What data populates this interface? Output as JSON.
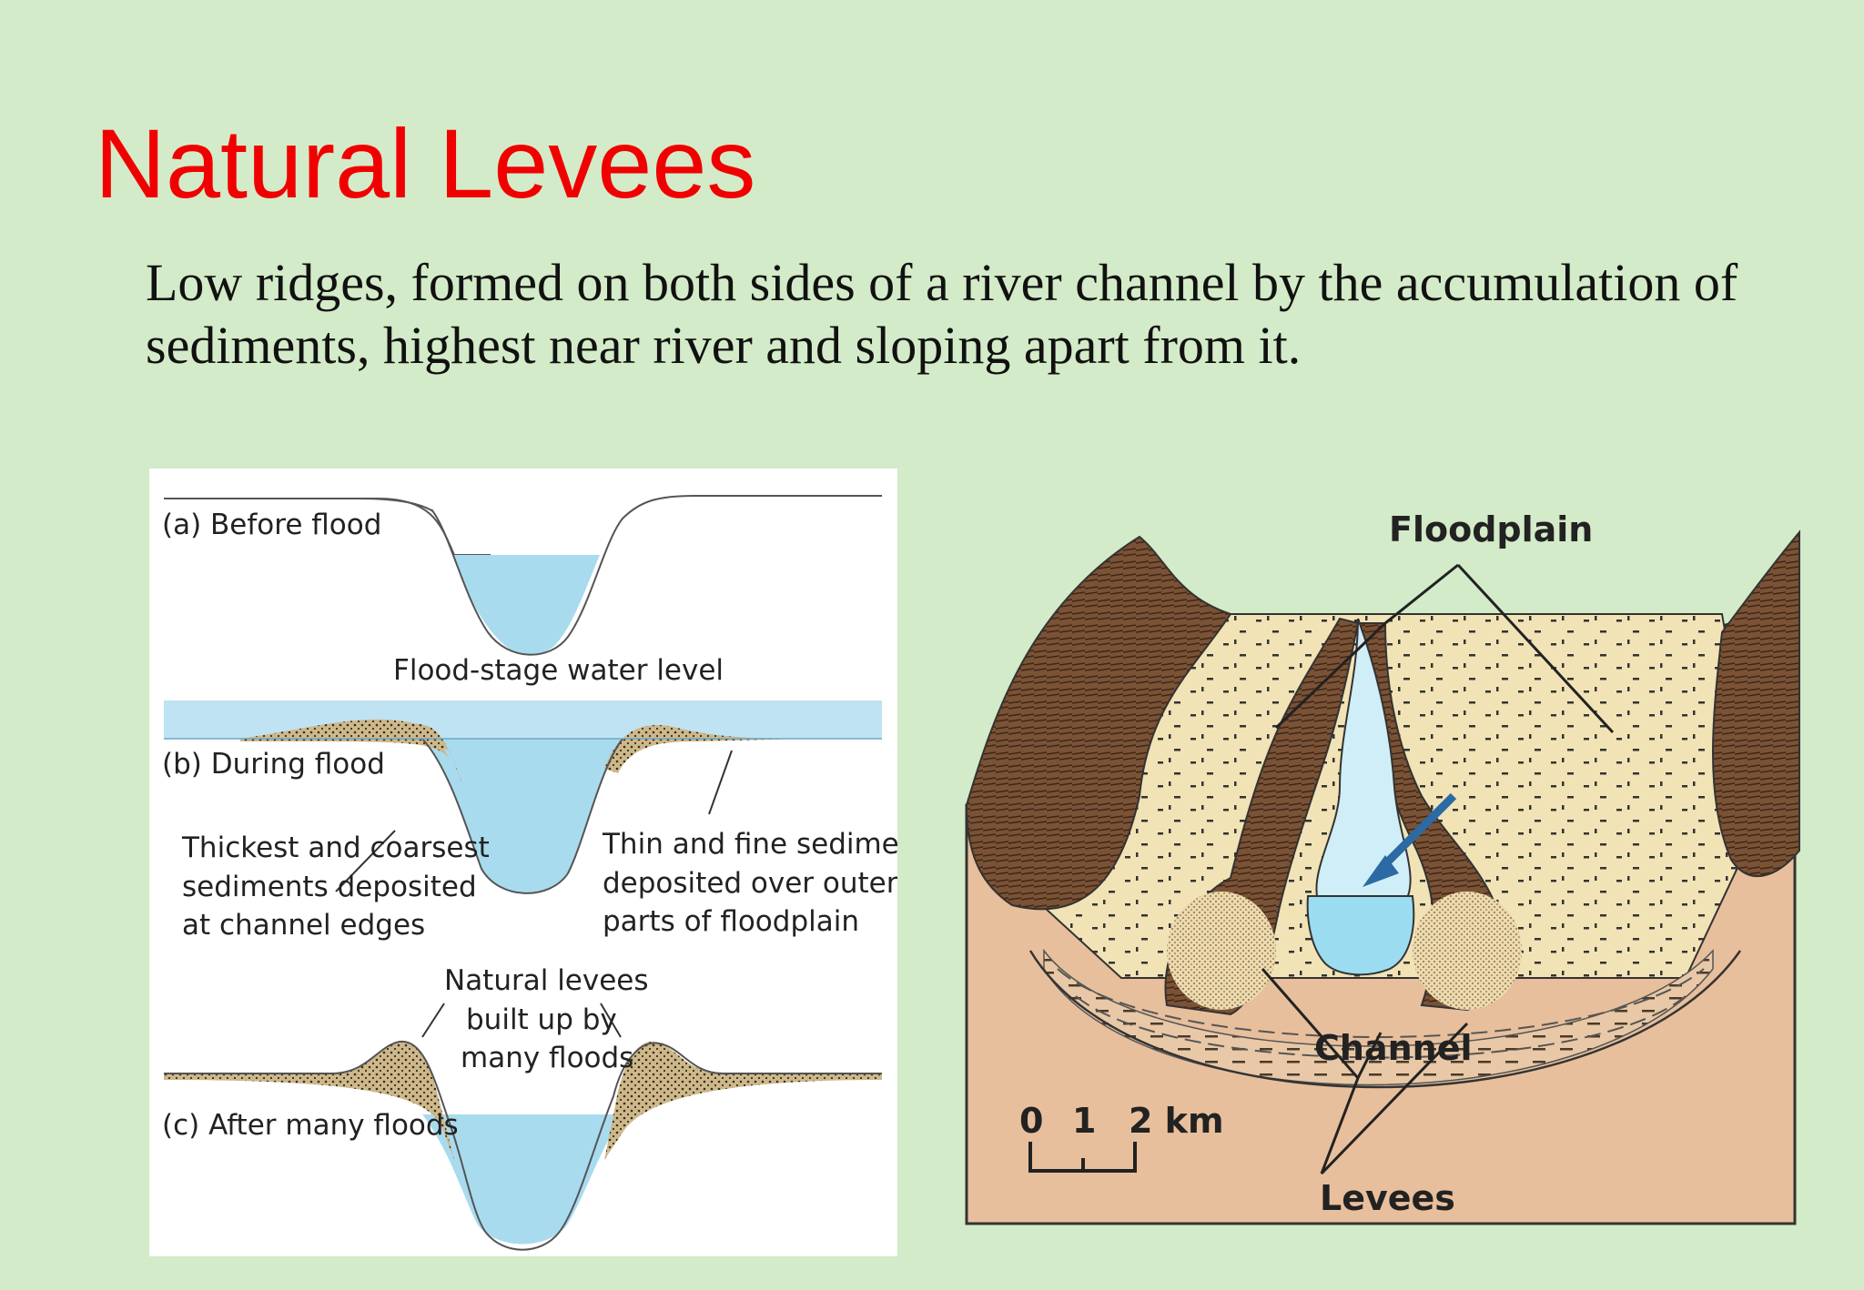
{
  "slide": {
    "title": "Natural Levees",
    "description": "Low ridges, formed on both sides of a river channel by the accumulation of sediments, highest near river and sloping apart from it."
  },
  "left_diagram": {
    "stage_a": "(a) Before flood",
    "flood_stage_label": "Flood-stage water level",
    "stage_b": "(b) During flood",
    "thick_line1": "Thickest and coarsest",
    "thick_line2": "sediments deposited",
    "thick_line3": "at channel edges",
    "thin_line1": "Thin and fine sediments",
    "thin_line2": "deposited over outer",
    "thin_line3": "parts of floodplain",
    "levees_line1": "Natural levees",
    "levees_line2": "built up by",
    "levees_line3": "many floods",
    "stage_c": "(c) After many floods"
  },
  "right_diagram": {
    "floodplain": "Floodplain",
    "channel": "Channel",
    "levees": "Levees",
    "scale_0": "0",
    "scale_1": "1",
    "scale_2": "2 km"
  },
  "colors": {
    "title": "#f00000",
    "background": "#d3ebc8",
    "water": "#a9dbef",
    "sediment": "#cdb88c",
    "rock": "#7a5236",
    "earth": "#e8bf9c"
  }
}
